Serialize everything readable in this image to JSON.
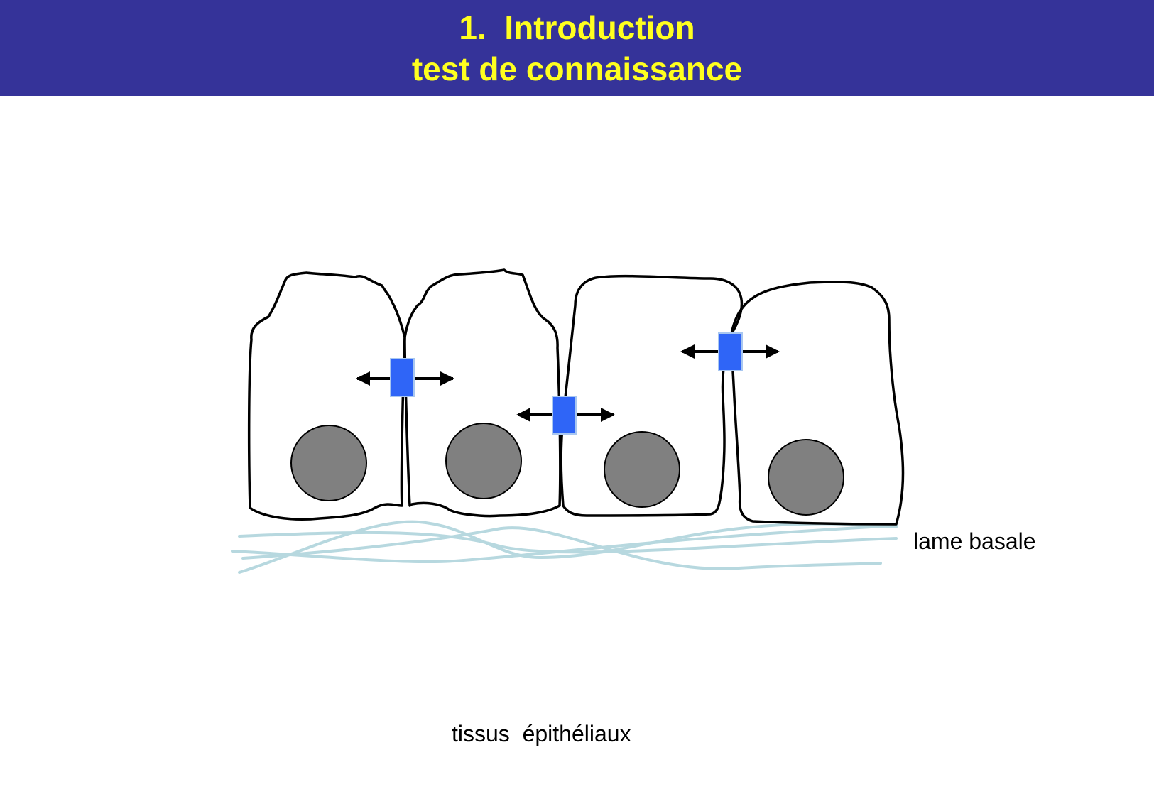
{
  "title": {
    "line1": "1.  Introduction",
    "line2": "test de connaissance"
  },
  "labels": {
    "basal_lamina": "lame basale",
    "caption": "tissus  épithéliaux"
  },
  "colors": {
    "title_background": "#353399",
    "title_text": "#ffff1f",
    "nucleus_fill": "#808080",
    "junction_fill": "#2f65f7",
    "lamina_fibers": "#b7d8df",
    "outline": "#000000"
  },
  "icons": {
    "arrow": "double-headed-arrow",
    "junction": "blue-square-junction"
  }
}
